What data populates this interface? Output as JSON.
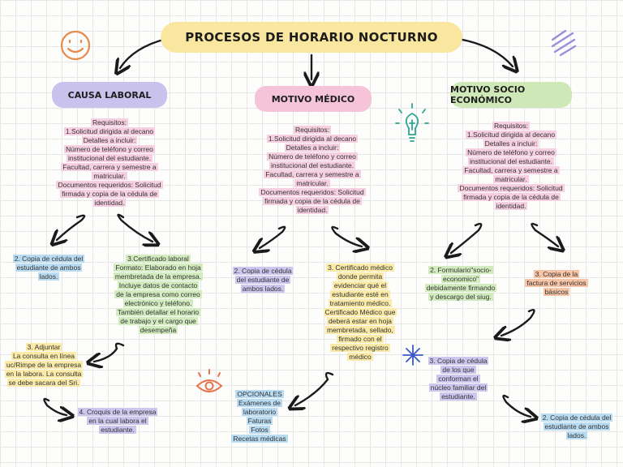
{
  "title": "PROCESOS DE HORARIO NOCTURNO",
  "branches": {
    "laboral": {
      "heading": "CAUSA LABORAL",
      "requisitos": [
        "Requisitos:",
        "1.Solicitud dirigida al decano",
        "Detalles a incluir:",
        "Número de teléfono y correo",
        "institucional del estudiante.",
        "Facultad, carrera y semestre a",
        "matricular.",
        "Documentos requeridos: Solicitud",
        "firmada y copia de la cédula de",
        "identidad."
      ],
      "copia_cedula": [
        "2. Copia de cédula del",
        "estudiante de ambos",
        "lados."
      ],
      "certificado": [
        "3.Certificado laboral",
        "Formato: Elaborado en hoja",
        "membretada de la empresa.",
        "Incluye datos de contacto",
        "de la empresa como correo",
        "electrónico y teléfono.",
        "También detallar el horario",
        "de trabajo y el cargo que",
        "desempeña"
      ],
      "adjuntar": [
        "3. Adjuntar",
        "La consulta en línea",
        "uc/Rimpe de la empresa",
        "en la labora. La consulta",
        "se debe sacara del Sri."
      ],
      "croquis": [
        "4. Croquis de la empresa",
        "en la cual labora el",
        "estudiante."
      ]
    },
    "medico": {
      "heading": "MOTIVO MÉDICO",
      "requisitos": [
        "Requisitos:",
        "1.Solicitud dirigida al decano",
        "Detalles a incluir:",
        "Número de teléfono y correo",
        "institucional del estudiante.",
        "Facultad, carrera y semestre a",
        "matricular.",
        "Documentos requeridos: Solicitud",
        "firmada y copia de la cédula de",
        "identidad."
      ],
      "copia_cedula": [
        "2. Copia de cédula",
        "del estudiante de",
        "ambos lados."
      ],
      "certificado": [
        "3. Certificado médico",
        "donde permita",
        "evidenciar qué el",
        "estudiante esté en",
        "tratamiento médico.",
        "Certificado Médico que",
        "deberá estar en hoja",
        "membretada, sellado,",
        "firmado con el",
        "respectivo registro",
        "médico"
      ],
      "opcionales": [
        "OPCIONALES",
        "Exámenes de",
        "laboratorio",
        "Faturas",
        "Fotos",
        "Recetas médicas"
      ]
    },
    "socio": {
      "heading": "MOTIVO SOCIO ECONÓMICO",
      "requisitos": [
        "Requisitos:",
        "1.Solicitud dirigida al decano",
        "Detalles a incluir:",
        "Número de teléfono y correo",
        "institucional del estudiante.",
        "Facultad, carrera y semestre a",
        "matricular.",
        "Documentos requeridos: Solicitud",
        "firmada y copia de la cédula de",
        "identidad."
      ],
      "formulario": [
        "2. Formulario\"socio-",
        "economico\"",
        "debidamente firmando",
        "y descargo del siug."
      ],
      "factura": [
        "3. Copia de la",
        "factura de servicios",
        "básicos"
      ],
      "nucleo": [
        "3. Copia de cédula",
        "de los que",
        "conforman el",
        "núcleo familiar del",
        "estudiante."
      ],
      "copia_cedula": [
        "2. Copia de cédula del",
        "estudiante de ambos",
        "lados."
      ]
    }
  },
  "icons": [
    "smiley-icon",
    "scribble-icon",
    "lightbulb-icon",
    "eye-icon",
    "asterisk-icon"
  ],
  "colors": {
    "title": "#f9e79f",
    "purple": "#c9c2ec",
    "pink": "#f5c4d9",
    "green": "#cfe8b8",
    "yellow": "#fbeaa8",
    "blue": "#b9dcf2",
    "orange": "#f7c5a5"
  }
}
